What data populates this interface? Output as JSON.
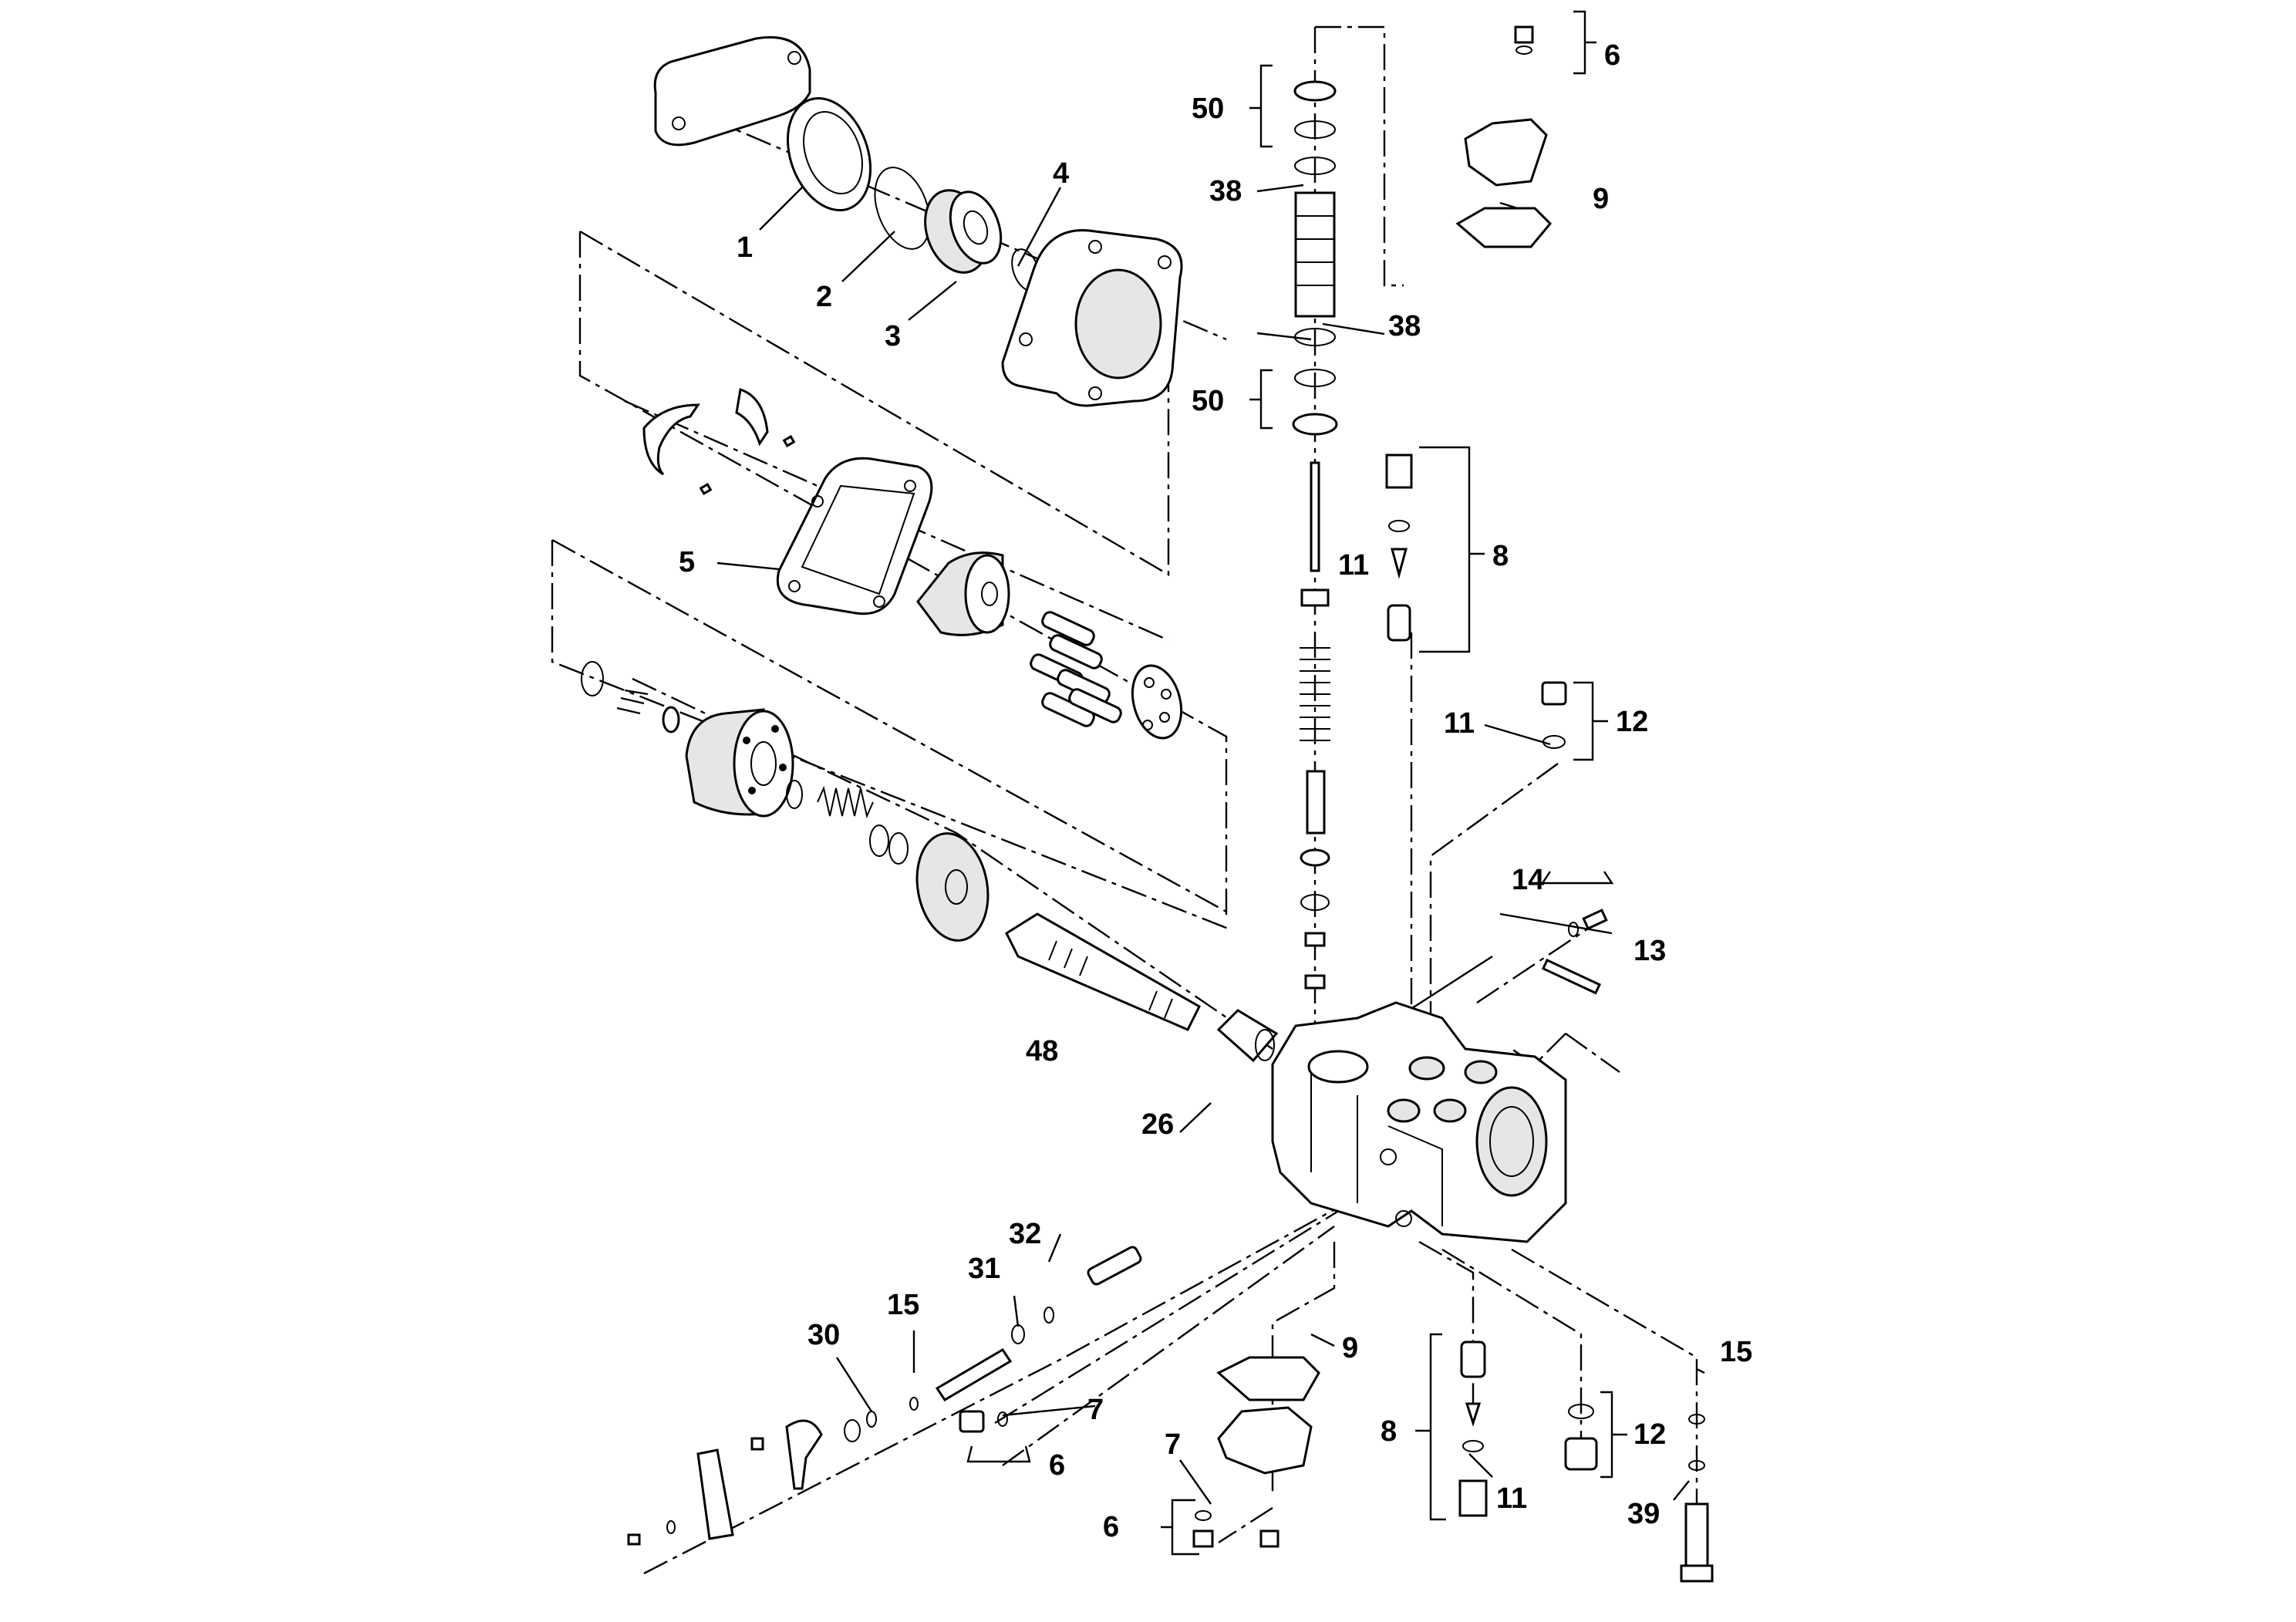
{
  "callouts": {
    "c1": "1",
    "c2": "2",
    "c3": "3",
    "c4": "4",
    "c5": "5",
    "c6a": "6",
    "c9a": "9",
    "c50a": "50",
    "c38a": "38",
    "c38b": "38",
    "c50b": "50",
    "c11a": "11",
    "c8a": "8",
    "c11b": "11",
    "c12a": "12",
    "c14": "14",
    "c13": "13",
    "c48": "48",
    "c26": "26",
    "c32": "32",
    "c31": "31",
    "c15a": "15",
    "c30": "30",
    "c7a": "7",
    "c6b": "6",
    "c9b": "9",
    "c7b": "7",
    "c6c": "6",
    "c8b": "8",
    "c12b": "12",
    "c11c": "11",
    "c15b": "15",
    "c39": "39"
  }
}
